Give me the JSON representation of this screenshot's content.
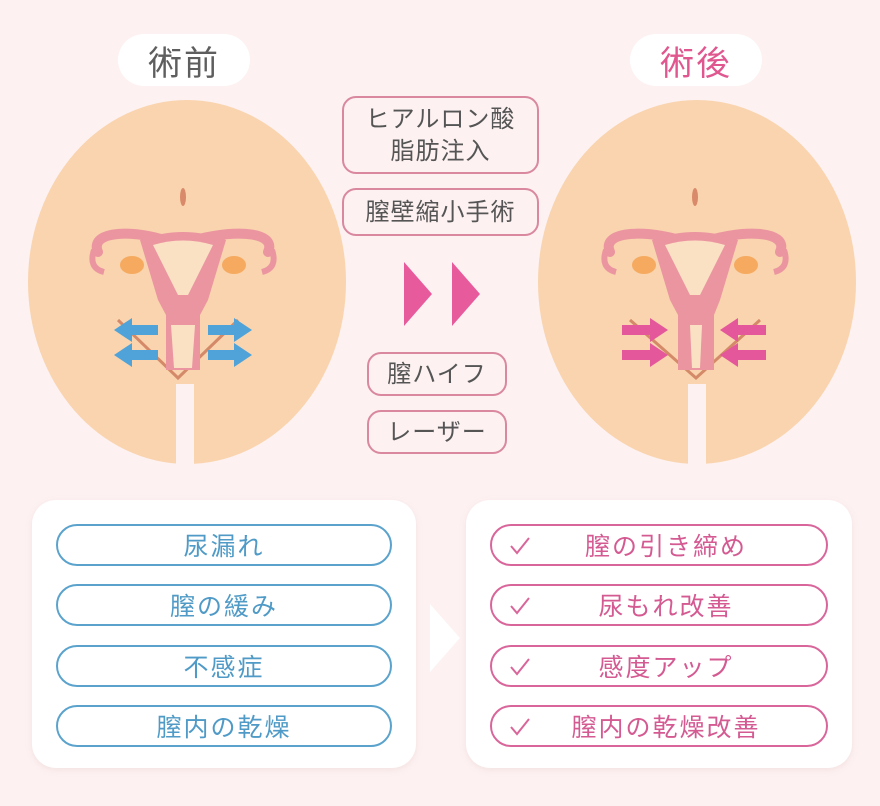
{
  "header": {
    "before_label": "術前",
    "after_label": "術後"
  },
  "procedures": {
    "box1_line1": "ヒアルロン酸",
    "box1_line2": "脂肪注入",
    "box2": "膣壁縮小手術",
    "box3": "膣ハイフ",
    "box4": "レーザー"
  },
  "illustrations": {
    "before": {
      "arrow_direction": "outward",
      "arrow_color": "#4fa3d8",
      "caption": ""
    },
    "after": {
      "arrow_direction": "inward",
      "arrow_color": "#e4579a",
      "caption": ""
    }
  },
  "colors": {
    "background": "#fdf1f1",
    "skin": "#f9d4ae",
    "organ": "#eb95a0",
    "ovary": "#f5aa60",
    "blue_accent": "#5ba3cc",
    "pink_accent": "#d9669b",
    "mid_arrow": "#e75b9c"
  },
  "before_symptoms": [
    {
      "label": "尿漏れ"
    },
    {
      "label": "膣の緩み"
    },
    {
      "label": "不感症"
    },
    {
      "label": "膣内の乾燥"
    }
  ],
  "after_benefits": [
    {
      "label": "膣の引き締め",
      "icon": "check-icon"
    },
    {
      "label": "尿もれ改善",
      "icon": "check-icon"
    },
    {
      "label": "感度アップ",
      "icon": "check-icon"
    },
    {
      "label": "膣内の乾燥改善",
      "icon": "check-icon"
    }
  ]
}
